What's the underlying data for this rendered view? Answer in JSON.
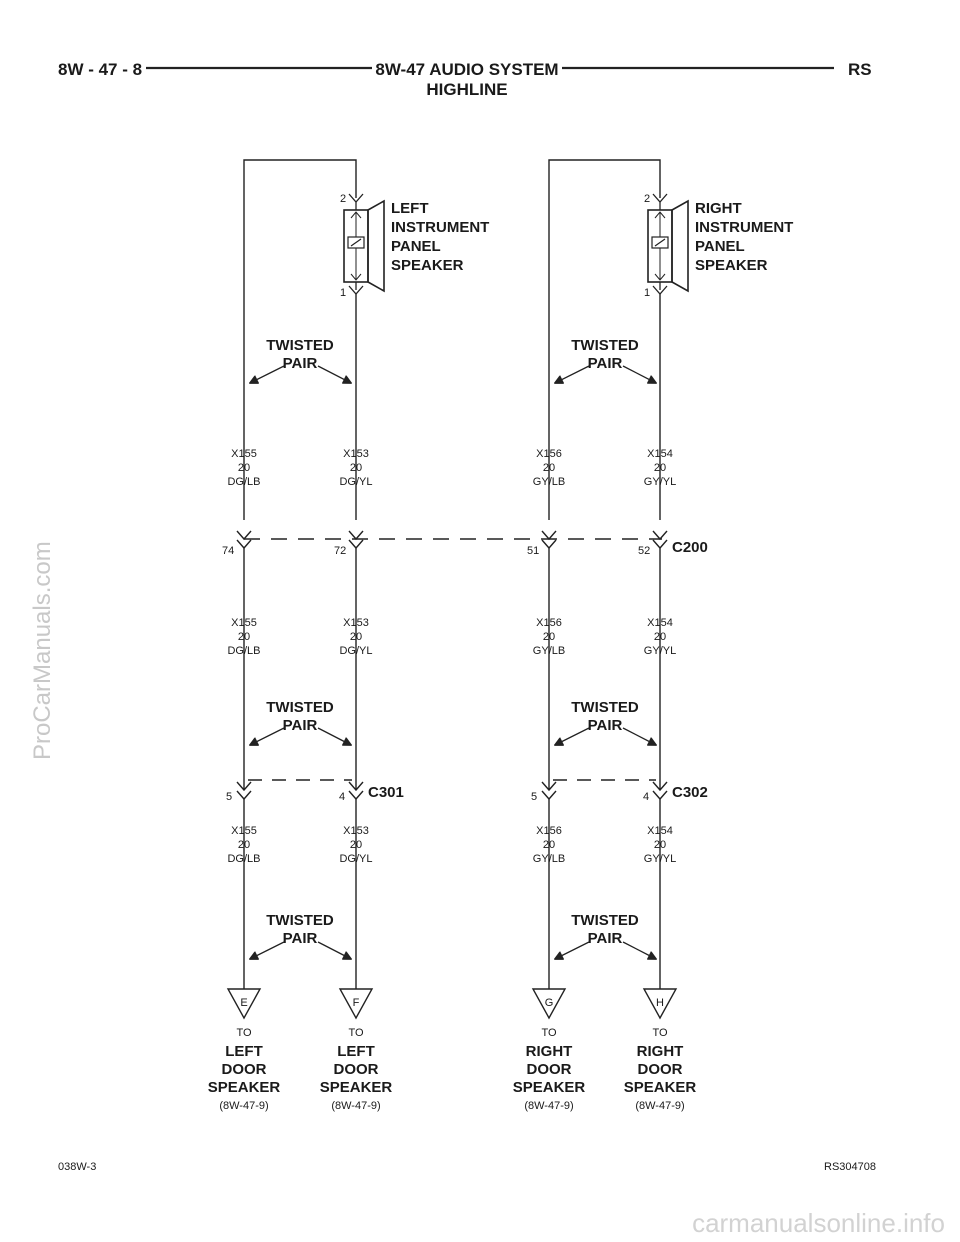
{
  "header": {
    "page_left": "8W - 47 - 8",
    "title_line1": "8W-47 AUDIO SYSTEM",
    "title_line2": "HIGHLINE",
    "page_right": "RS"
  },
  "speakers": {
    "left": {
      "lines": [
        "LEFT",
        "INSTRUMENT",
        "PANEL",
        "SPEAKER"
      ],
      "pin_top": "2",
      "pin_bottom": "1"
    },
    "right": {
      "lines": [
        "RIGHT",
        "INSTRUMENT",
        "PANEL",
        "SPEAKER"
      ],
      "pin_top": "2",
      "pin_bottom": "1"
    }
  },
  "twisted_pair": {
    "line1": "TWISTED",
    "line2": "PAIR"
  },
  "circuits": [
    {
      "id": "X155",
      "gauge": "20",
      "color": "DG/LB"
    },
    {
      "id": "X153",
      "gauge": "20",
      "color": "DG/YL"
    },
    {
      "id": "X156",
      "gauge": "20",
      "color": "GY/LB"
    },
    {
      "id": "X154",
      "gauge": "20",
      "color": "GY/YL"
    }
  ],
  "connectors": {
    "c200": {
      "name": "C200",
      "pins": [
        "74",
        "72",
        "51",
        "52"
      ]
    },
    "c301": {
      "name": "C301",
      "pins": [
        "5",
        "4"
      ]
    },
    "c302": {
      "name": "C302",
      "pins": [
        "5",
        "4"
      ]
    }
  },
  "destinations": [
    {
      "letter": "E",
      "to": "TO",
      "lines": [
        "LEFT",
        "DOOR",
        "SPEAKER"
      ],
      "ref": "(8W-47-9)"
    },
    {
      "letter": "F",
      "to": "TO",
      "lines": [
        "LEFT",
        "DOOR",
        "SPEAKER"
      ],
      "ref": "(8W-47-9)"
    },
    {
      "letter": "G",
      "to": "TO",
      "lines": [
        "RIGHT",
        "DOOR",
        "SPEAKER"
      ],
      "ref": "(8W-47-9)"
    },
    {
      "letter": "H",
      "to": "TO",
      "lines": [
        "RIGHT",
        "DOOR",
        "SPEAKER"
      ],
      "ref": "(8W-47-9)"
    }
  ],
  "footer": {
    "left": "038W-3",
    "right": "RS304708"
  },
  "watermarks": {
    "left": "ProCarManuals.com",
    "bottom": "carmanualsonline.info"
  }
}
